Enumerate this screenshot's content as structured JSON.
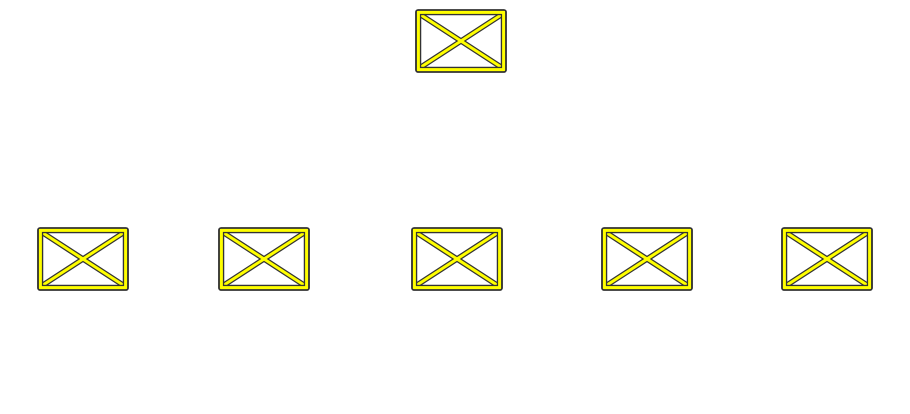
{
  "diagram": {
    "nodes": [
      {
        "id": "root",
        "icon": "broken-image-placeholder-icon",
        "level": 0
      },
      {
        "id": "c1",
        "icon": "broken-image-placeholder-icon",
        "level": 1
      },
      {
        "id": "c2",
        "icon": "broken-image-placeholder-icon",
        "level": 1
      },
      {
        "id": "c3",
        "icon": "broken-image-placeholder-icon",
        "level": 1
      },
      {
        "id": "c4",
        "icon": "broken-image-placeholder-icon",
        "level": 1
      },
      {
        "id": "c5",
        "icon": "broken-image-placeholder-icon",
        "level": 1
      }
    ],
    "colors": {
      "fill": "#ffff00",
      "stroke": "#333333",
      "background": "#ffffff"
    }
  }
}
